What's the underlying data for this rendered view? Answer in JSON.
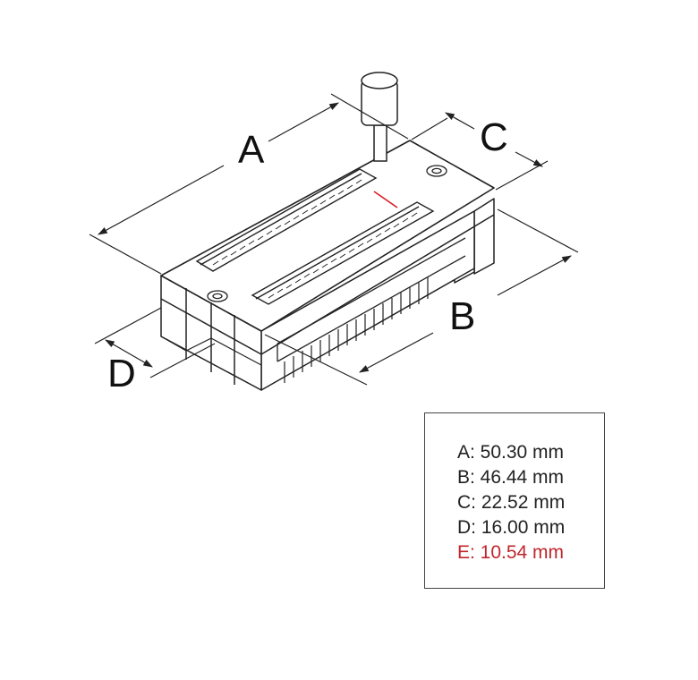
{
  "labels": {
    "a": "A",
    "b": "B",
    "c": "C",
    "d": "D"
  },
  "legend": [
    {
      "text": "A: 50.30 mm",
      "color": "#222222"
    },
    {
      "text": "B: 46.44 mm",
      "color": "#222222"
    },
    {
      "text": "C: 22.52 mm",
      "color": "#222222"
    },
    {
      "text": "D: 16.00 mm",
      "color": "#222222"
    },
    {
      "text": "E: 10.54 mm",
      "color": "#c0262c"
    }
  ],
  "colors": {
    "outline": "#222222",
    "accent": "#d81b24",
    "legend_border": "#444444"
  }
}
